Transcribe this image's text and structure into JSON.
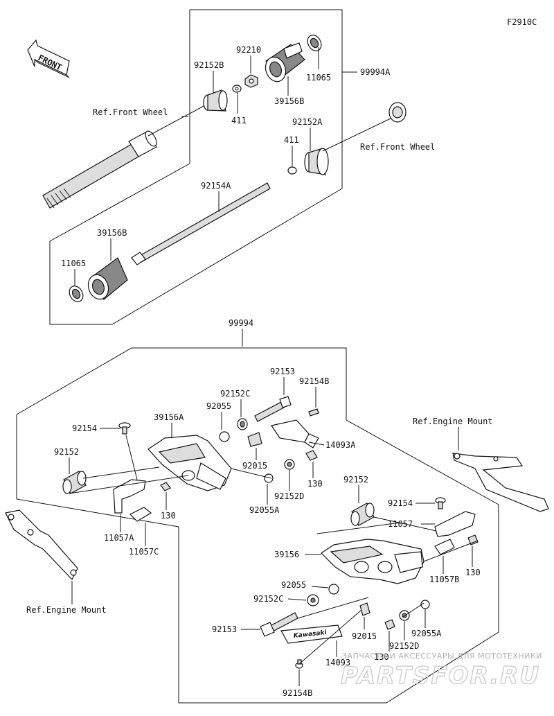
{
  "figure_code": "F2910C",
  "front_arrow": "FRONT",
  "ref_front_wheel": "Ref.Front Wheel",
  "ref_engine_mount": "Ref.Engine Mount",
  "labels": {
    "p99994A": "99994A",
    "p92210": "92210",
    "p92152B": "92152B",
    "p11065": "11065",
    "p39156B": "39156B",
    "p411": "411",
    "p92152A": "92152A",
    "p92154A": "92154A",
    "p99994": "99994",
    "p92153": "92153",
    "p92154B": "92154B",
    "p92152C": "92152C",
    "p92055": "92055",
    "p39156A": "39156A",
    "p92154": "92154",
    "p14093A": "14093A",
    "p92152": "92152",
    "p92015": "92015",
    "p130": "130",
    "p92152D": "92152D",
    "p92055A": "92055A",
    "p11057A": "11057A",
    "p11057C": "11057C",
    "p11057": "11057",
    "p39156": "39156",
    "p11057B": "11057B",
    "p14093": "14093"
  },
  "logo_text": "Kawasaki",
  "watermark": {
    "line1": "ЗАПЧАСТИ И АКСЕССУАРЫ ДЛЯ МОТОТЕХНИКИ",
    "line2": "PARTSFOR.RU"
  }
}
